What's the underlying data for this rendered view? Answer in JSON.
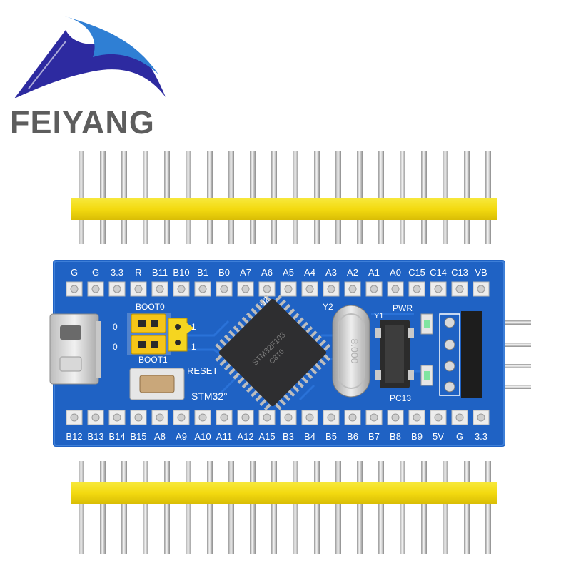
{
  "brand": {
    "name": "FEIYANG",
    "logo": "feiyang-wave-logo",
    "colors": {
      "dark": "#2d2aa0",
      "light": "#2f7fd4",
      "text": "#5d5d5d"
    }
  },
  "board": {
    "pcb_color": "#1f62c4",
    "header_color": "#f5e01a",
    "top_pins": [
      "G",
      "G",
      "3.3",
      "R",
      "B11",
      "B10",
      "B1",
      "B0",
      "A7",
      "A6",
      "A5",
      "A4",
      "A3",
      "A2",
      "A1",
      "A0",
      "C15",
      "C14",
      "C13",
      "VB"
    ],
    "bottom_pins": [
      "B12",
      "B13",
      "B14",
      "B15",
      "A8",
      "A9",
      "A10",
      "A11",
      "A12",
      "A15",
      "B3",
      "B4",
      "B5",
      "B6",
      "B7",
      "B8",
      "B9",
      "5V",
      "G",
      "3.3"
    ],
    "silkscreen": {
      "boot0": "BOOT0",
      "boot1": "BOOT1",
      "reset": "RESET",
      "mcu": "STM32°",
      "u2": "U2",
      "y2": "Y2",
      "y1": "Y1",
      "pwr": "PWR",
      "pc13": "PC13",
      "zero_a": "0",
      "zero_b": "0",
      "one_a": "1",
      "one_b": "1"
    },
    "crystal_text": "8.000"
  }
}
